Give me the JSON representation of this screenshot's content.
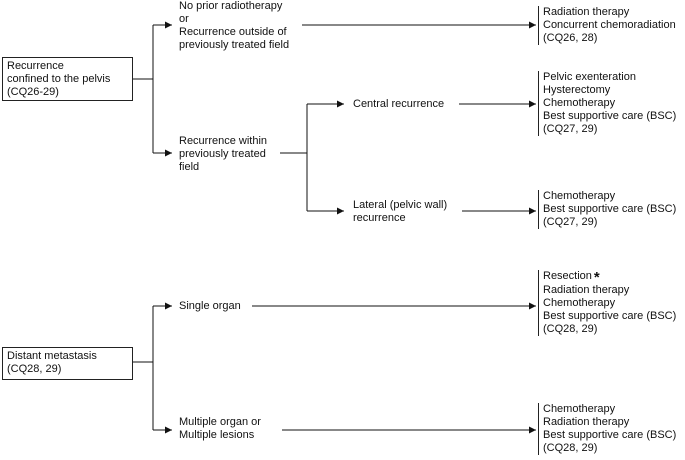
{
  "nodes": {
    "pelvis": {
      "lines": [
        "Recurrence",
        "confined to the pelvis",
        "(CQ26-29)"
      ]
    },
    "distant": {
      "lines": [
        "Distant metastasis",
        "(CQ28, 29)"
      ]
    }
  },
  "branches": {
    "no_prior": {
      "lines": [
        "No prior radiotherapy",
        "or",
        "Recurrence outside of",
        "previously treated field"
      ]
    },
    "within_field": {
      "lines": [
        "Recurrence within",
        "previously treated",
        "field"
      ]
    },
    "central": {
      "lines": [
        "Central recurrence"
      ]
    },
    "lateral": {
      "lines": [
        "Lateral (pelvic wall)",
        "recurrence"
      ]
    },
    "single": {
      "lines": [
        "Single organ"
      ]
    },
    "multiple": {
      "lines": [
        "Multiple organ or",
        "Multiple lesions"
      ]
    }
  },
  "treatments": {
    "t1": {
      "lines": [
        "Radiation therapy",
        "Concurrent chemoradiation",
        "(CQ26, 28)"
      ]
    },
    "t2": {
      "lines": [
        "Pelvic exenteration",
        "Hysterectomy",
        "Chemotherapy",
        "Best supportive care (BSC)",
        "(CQ27, 29)"
      ]
    },
    "t3": {
      "lines": [
        "Chemotherapy",
        "Best supportive care (BSC)",
        "(CQ27, 29)"
      ]
    },
    "t4": {
      "lines": [
        "Resection",
        "Radiation therapy",
        "Chemotherapy",
        "Best supportive care (BSC)",
        "(CQ28, 29)"
      ],
      "asterisk": "*"
    },
    "t5": {
      "lines": [
        "Chemotherapy",
        "Radiation therapy",
        "Best supportive care (BSC)",
        "(CQ28, 29)"
      ]
    }
  }
}
